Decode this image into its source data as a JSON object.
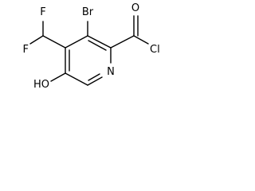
{
  "molecule": {
    "atoms": {
      "br": "Br",
      "o_carbonyl": "O",
      "cl": "Cl",
      "n_ring": "N",
      "oh": "HO",
      "f_top": "F",
      "f_left": "F"
    },
    "colors": {
      "bond": "#000000",
      "label": "#000000",
      "background": "#ffffff"
    }
  }
}
